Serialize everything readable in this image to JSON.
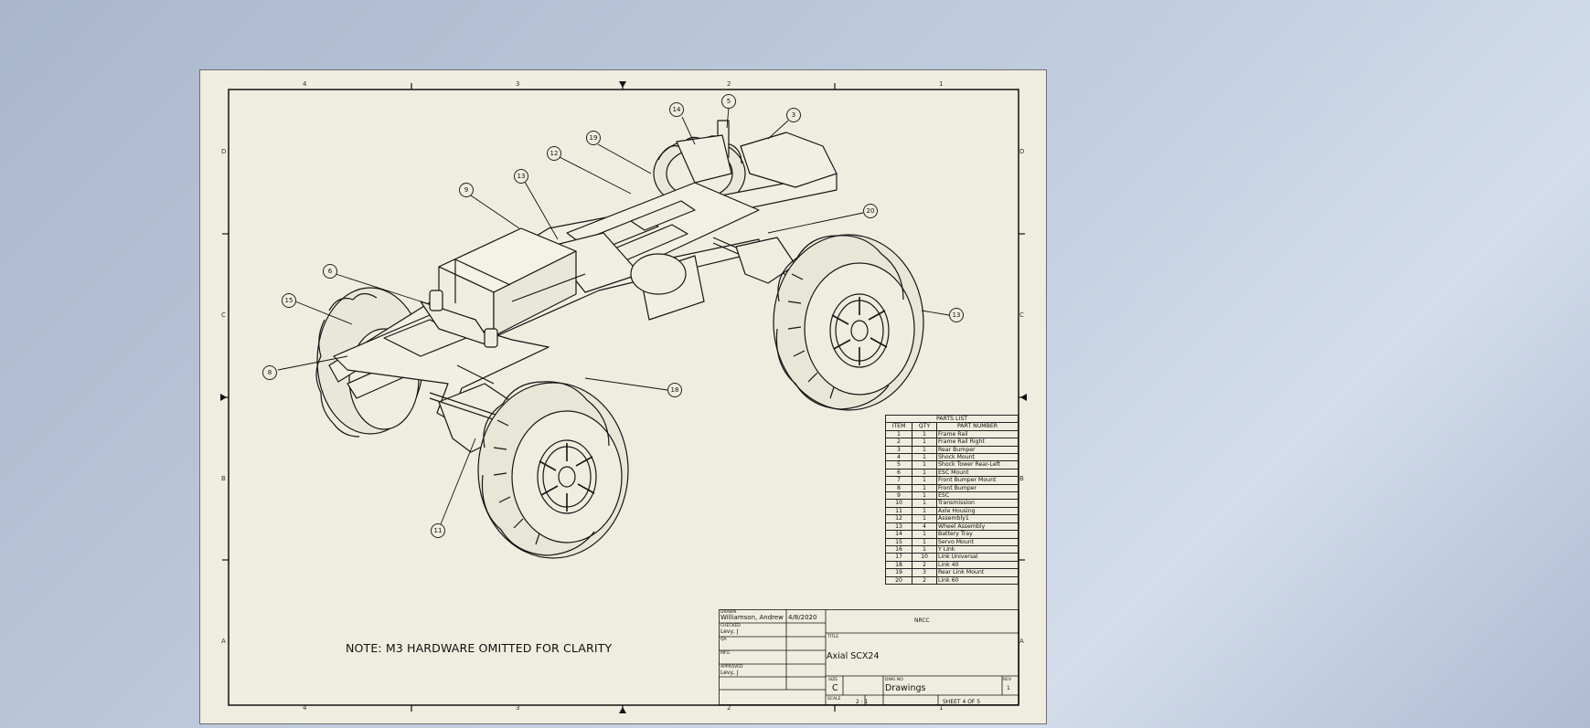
{
  "note": "NOTE: M3 HARDWARE OMITTED FOR CLARITY",
  "zones": {
    "columns": [
      "4",
      "3",
      "2",
      "1"
    ],
    "rows": [
      "D",
      "C",
      "B",
      "A"
    ]
  },
  "balloons": [
    "14",
    "5",
    "3",
    "19",
    "12",
    "13",
    "9",
    "20",
    "6",
    "15",
    "13",
    "8",
    "18",
    "11"
  ],
  "parts_list": {
    "title": "PARTS LIST",
    "headers": [
      "ITEM",
      "QTY",
      "PART NUMBER"
    ],
    "rows": [
      [
        "1",
        "1",
        "Frame Rail"
      ],
      [
        "2",
        "1",
        "Frame Rail Right"
      ],
      [
        "3",
        "1",
        "Rear Bumper"
      ],
      [
        "4",
        "1",
        "Shock Mount"
      ],
      [
        "5",
        "1",
        "Shock Tower Rear-Left"
      ],
      [
        "6",
        "1",
        "ESC Mount"
      ],
      [
        "7",
        "1",
        "Front Bumper Mount"
      ],
      [
        "8",
        "1",
        "Front Bumper"
      ],
      [
        "9",
        "1",
        "ESC"
      ],
      [
        "10",
        "1",
        "Transmission"
      ],
      [
        "11",
        "1",
        "Axle Housing"
      ],
      [
        "12",
        "1",
        "Assembly1"
      ],
      [
        "13",
        "4",
        "Wheel Assembly"
      ],
      [
        "14",
        "1",
        "Battery Tray"
      ],
      [
        "15",
        "1",
        "Servo Mount"
      ],
      [
        "16",
        "1",
        "Y Link"
      ],
      [
        "17",
        "10",
        "Link Universal"
      ],
      [
        "18",
        "2",
        "Link 40"
      ],
      [
        "19",
        "3",
        "Rear Link Mount"
      ],
      [
        "20",
        "2",
        "Link 60"
      ]
    ]
  },
  "title_block": {
    "drawn_label": "DRAWN",
    "drawn_by": "Williamson, Andrew",
    "drawn_date": "4/8/2020",
    "checked_label": "CHECKED",
    "checked_by": "Levy, J",
    "qa_label": "QA",
    "mfg_label": "MFG",
    "approved_label": "APPROVED",
    "approved_by": "Levy, J",
    "company": "NRCC",
    "title_label": "TITLE",
    "title": "Axial SCX24",
    "size_label": "SIZE",
    "size": "C",
    "dwg_label": "DWG NO",
    "dwg_no": "Drawings",
    "rev_label": "REV",
    "rev": "1",
    "scale_label": "SCALE",
    "scale": "2 : 1",
    "sheet": "SHEET 4  OF 5"
  }
}
